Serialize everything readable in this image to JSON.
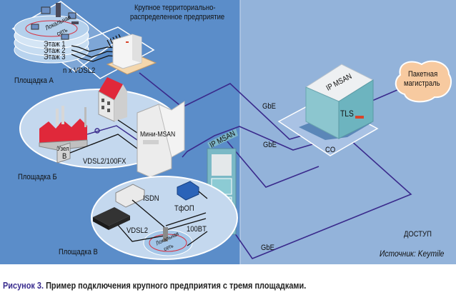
{
  "diagram": {
    "enterprise_title_line1": "Крупное территориально-",
    "enterprise_title_line2": "распределенное предприятие",
    "site_a": {
      "label": "Площадка А",
      "lan_label_line1": "Локальная",
      "lan_label_line2": "сеть",
      "floors": [
        "Этаж 1",
        "Этаж 2",
        "Этаж 3"
      ],
      "link_label": "n x VDSL2"
    },
    "site_b": {
      "label": "Площадка Б",
      "node_label_line1": "Узел",
      "node_label_line2": "В",
      "cabinet_label": "Мини-MSAN",
      "link_label": "VDSL2/100FX"
    },
    "site_v": {
      "label": "Площадка В",
      "isdn_label": "ISDN",
      "pstn_label": "ТфОП",
      "vdsl_label": "VDSL2",
      "ethernet_label": "100BT",
      "lan_label_line1": "Локальная",
      "lan_label_line2": "сеть"
    },
    "access_rack_label": "IP MSAN",
    "co": {
      "rack_label": "IP MSAN",
      "tls_label": "TLS",
      "co_label": "CO"
    },
    "backbone_label_line1": "Пакетная",
    "backbone_label_line2": "магистраль",
    "links": [
      "GbE",
      "GbE",
      "GbE"
    ],
    "access_zone_label": "ДОСТУП",
    "source": "Источник: Keymile",
    "colors": {
      "enterprise_zone": "#5b8dc9",
      "access_zone": "#93b3da",
      "link_line": "#3a2a8c",
      "roof_red": "#e0283a",
      "backbone_cloud": "#f7caa0",
      "caption_accent": "#3a2d8f"
    }
  },
  "caption": {
    "number": "Рисунок 3.",
    "text": "Пример подключения крупного предприятия с тремя площадками."
  }
}
